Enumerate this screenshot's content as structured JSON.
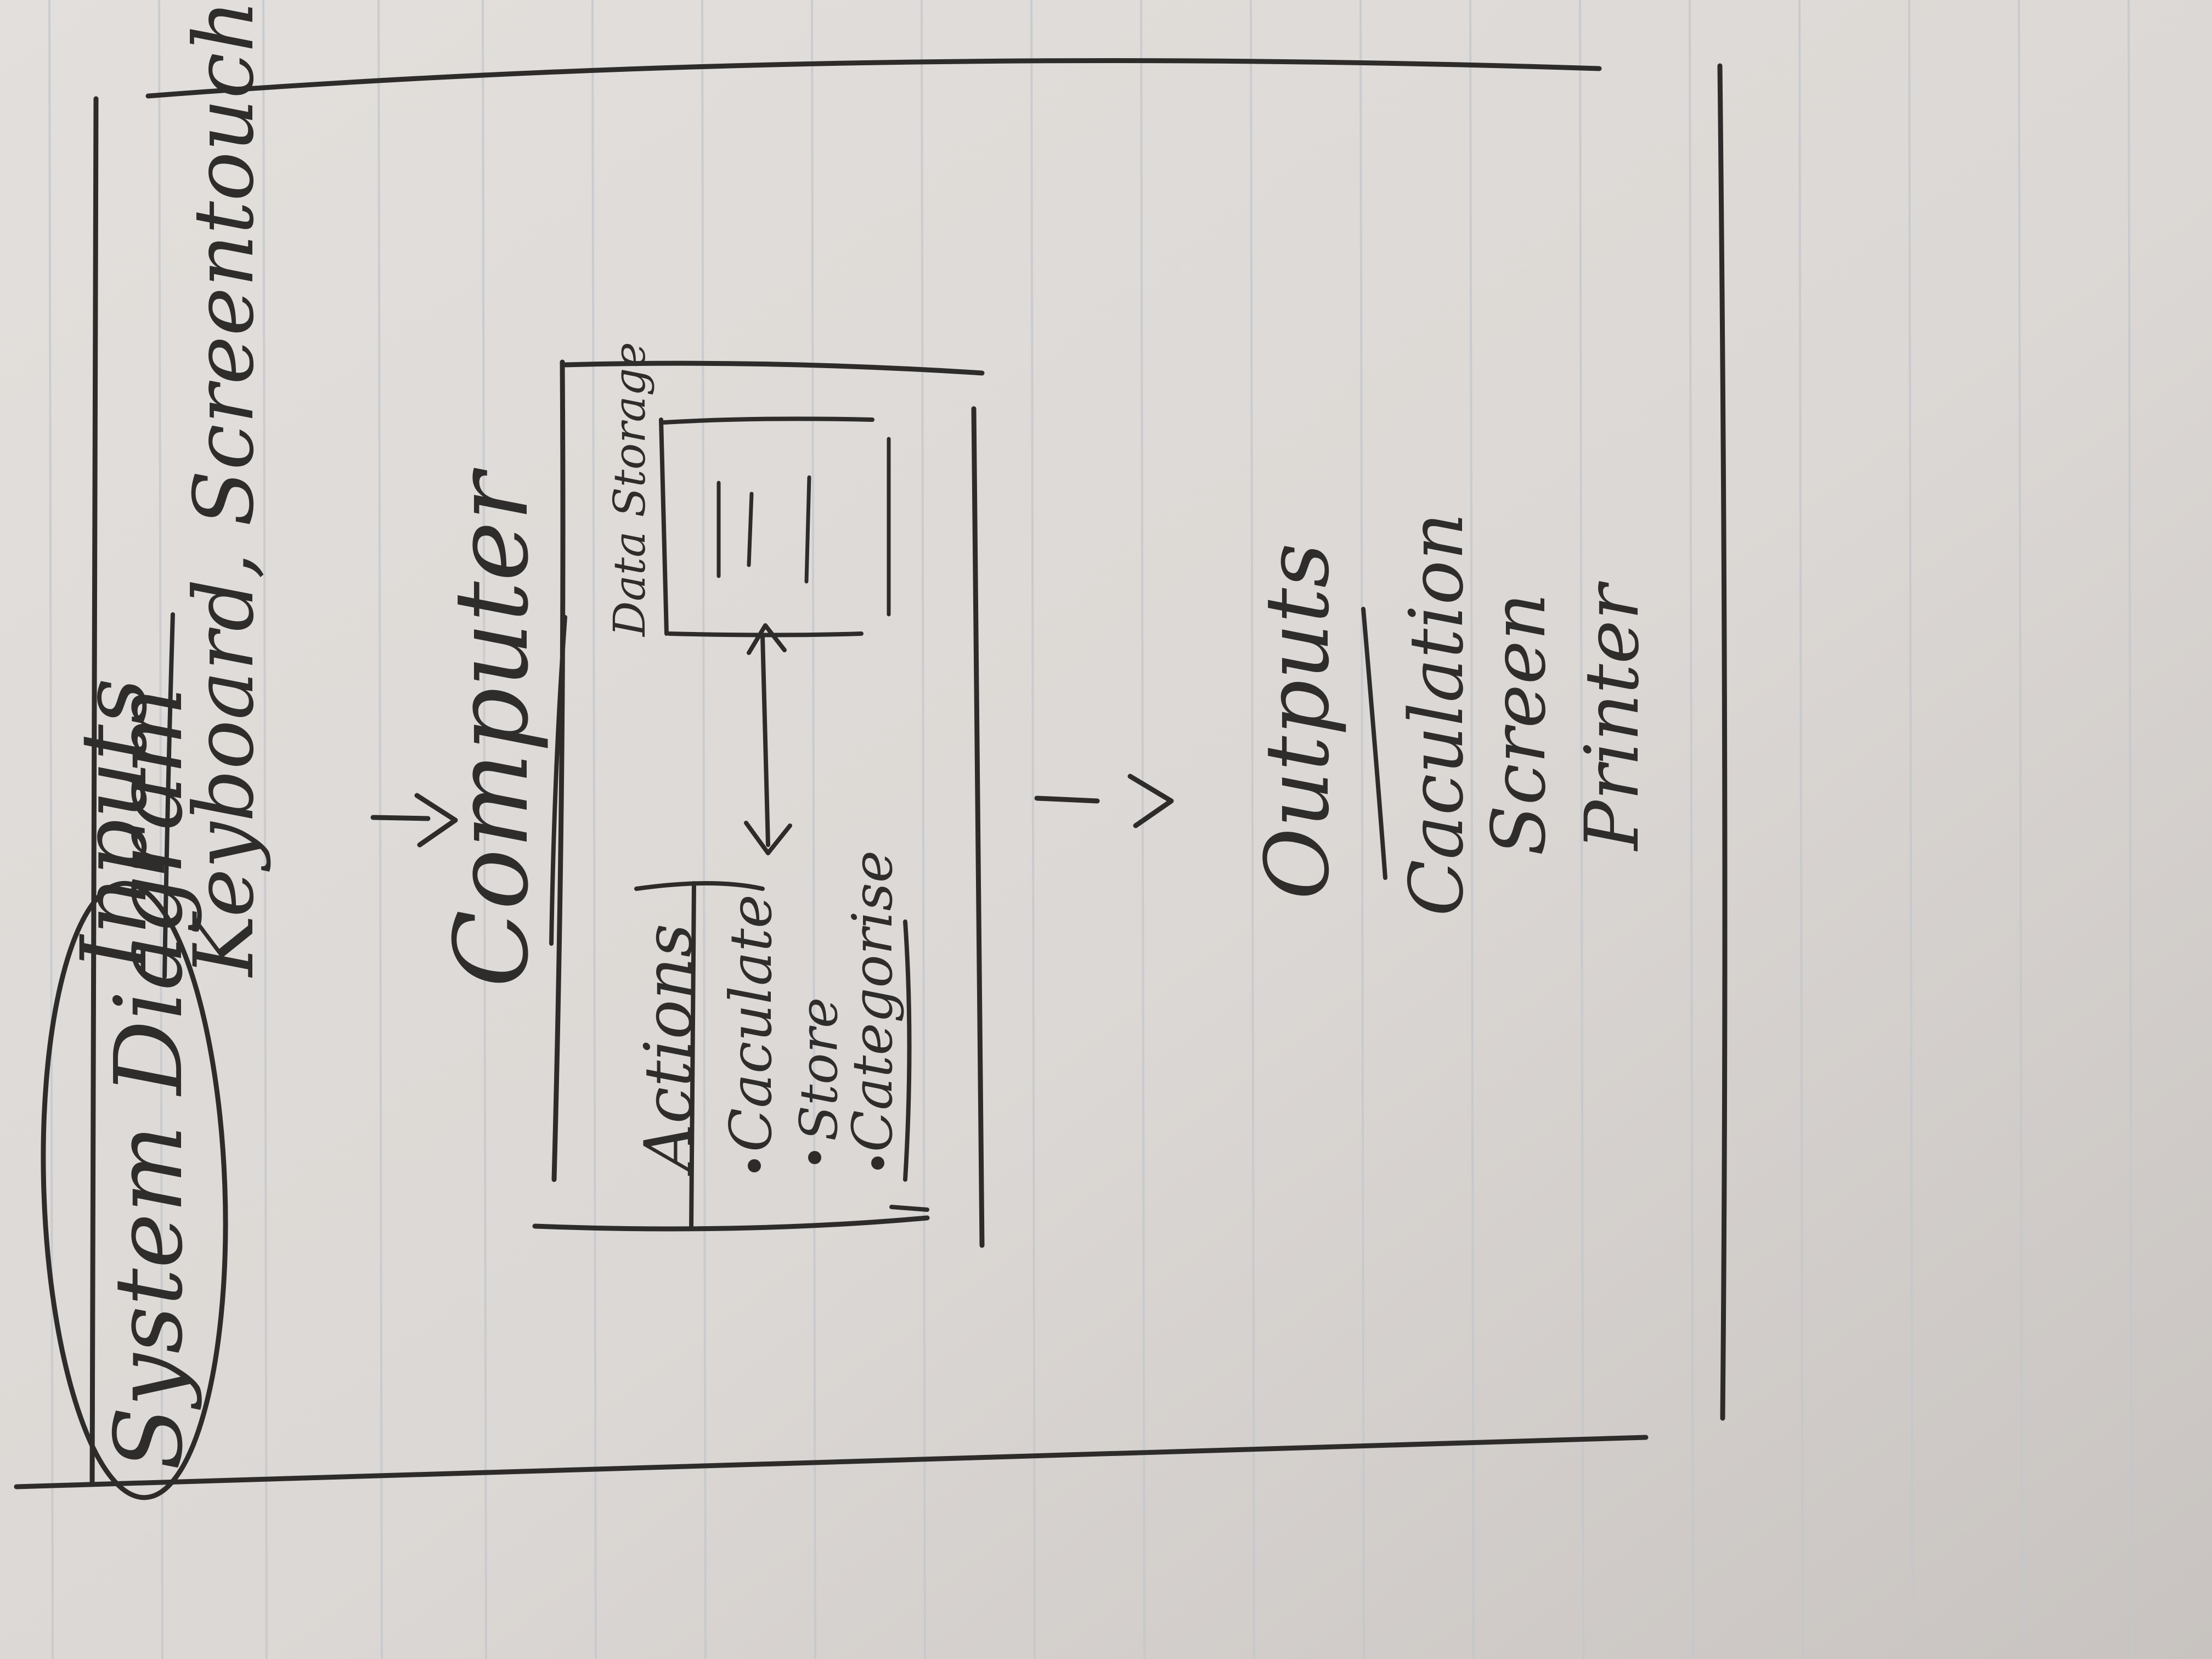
{
  "title": "System Diagram",
  "inputs": {
    "heading": "Inputs",
    "items": "Keyboard, Screentouch"
  },
  "computer": {
    "heading": "Computer",
    "actions": {
      "heading": "Actions",
      "items": [
        "Caculate",
        "Store",
        "Categorise"
      ]
    },
    "datastorage": {
      "label": "Data Storage"
    }
  },
  "outputs": {
    "heading": "Outputs",
    "items": [
      "Caculation",
      "Screen",
      "Printer"
    ]
  },
  "colors": {
    "paper": "#dedad7",
    "ink": "#2e2c2b",
    "rule": "#c3c7cc"
  }
}
